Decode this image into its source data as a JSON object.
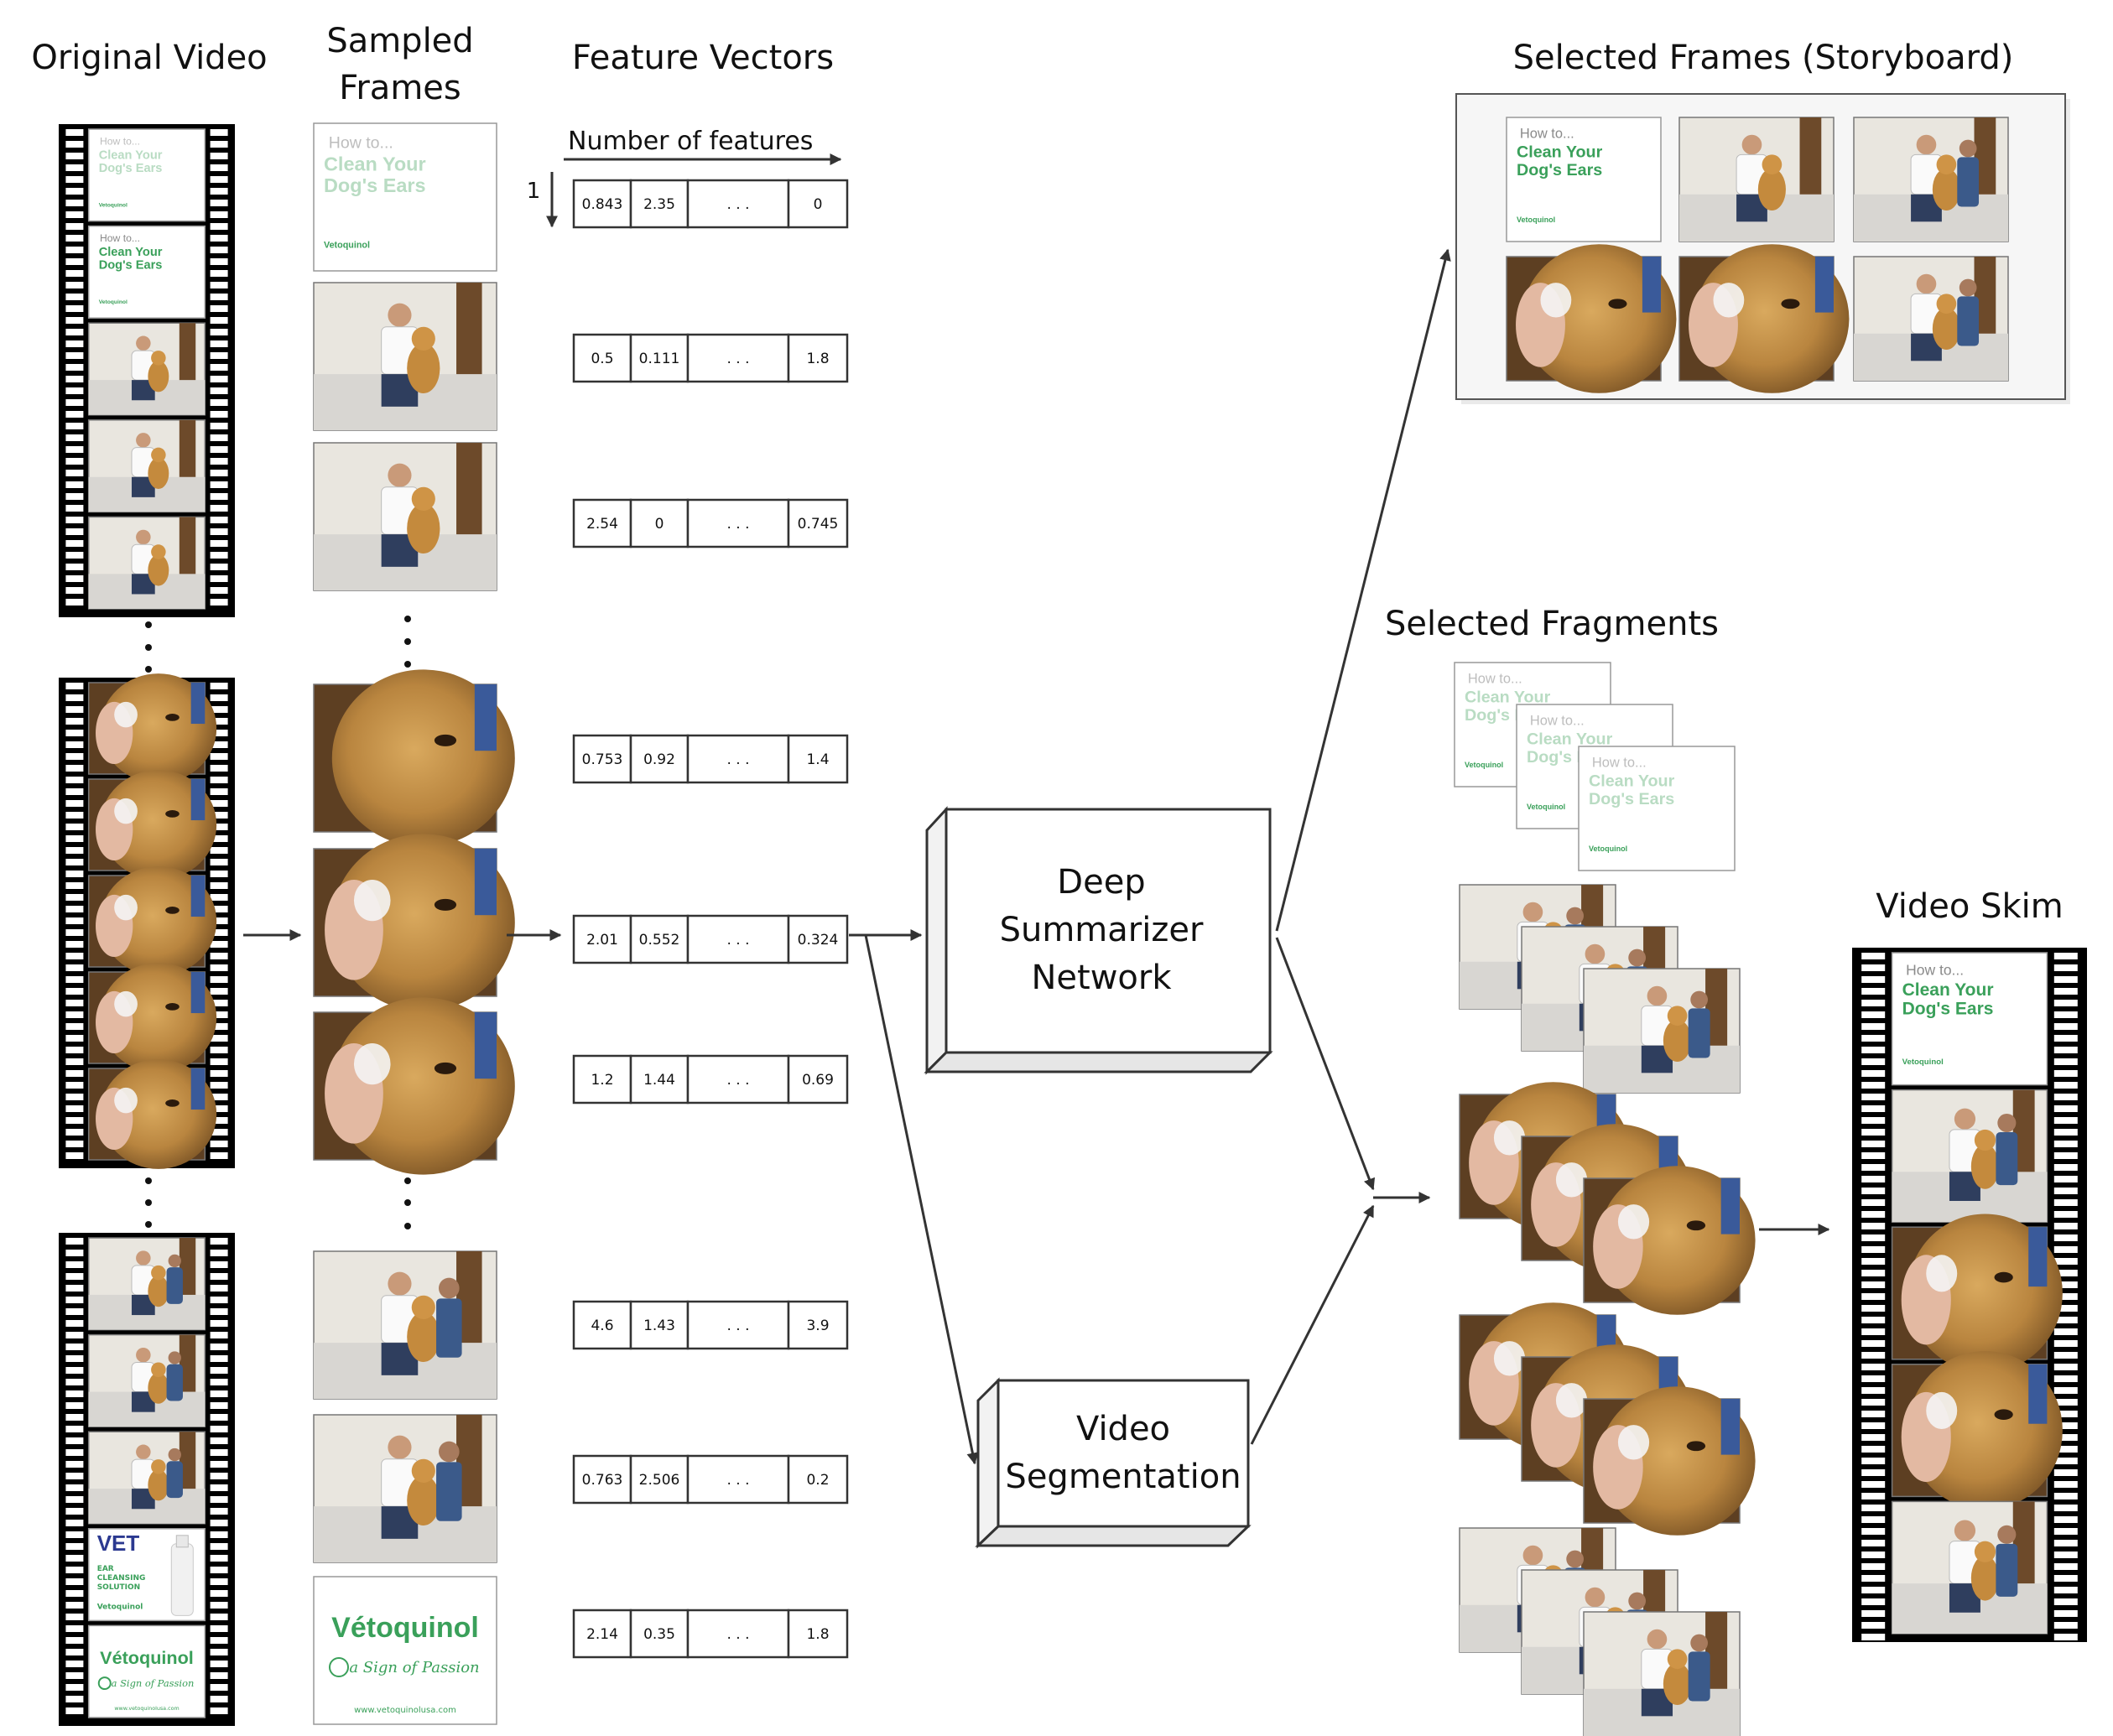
{
  "headers": {
    "original_video": "Original Video",
    "sampled_frames_line1": "Sampled",
    "sampled_frames_line2": "Frames",
    "feature_vectors": "Feature Vectors",
    "selected_frames": "Selected Frames (Storyboard)",
    "selected_fragments": "Selected Fragments",
    "video_skim": "Video Skim"
  },
  "feature_axis": {
    "number_of_features": "Number of features",
    "row_index": "1"
  },
  "feature_vectors": [
    [
      "0.843",
      "2.35",
      "0"
    ],
    [
      "0.5",
      "0.111",
      "1.8"
    ],
    [
      "2.54",
      "0",
      "0.745"
    ],
    [
      "0.753",
      "0.92",
      "1.4"
    ],
    [
      "2.01",
      "0.552",
      "0.324"
    ],
    [
      "1.2",
      "1.44",
      "0.69"
    ],
    [
      "4.6",
      "1.43",
      "3.9"
    ],
    [
      "0.763",
      "2.506",
      "0.2"
    ],
    [
      "2.14",
      "0.35",
      "1.8"
    ]
  ],
  "ellipsis": ". . .",
  "boxes": {
    "dsn_line1": "Deep",
    "dsn_line2": "Summarizer",
    "dsn_line3": "Network",
    "seg_line1": "Video",
    "seg_line2": "Segmentation"
  },
  "title_card": {
    "line1": "How to...",
    "line2": "Clean Your",
    "line3": "Dog's Ears",
    "brand": "Vetoquinol"
  },
  "end_card": {
    "brand": "Vétoquinol",
    "tagline": "a Sign of Passion",
    "url": "www.vetoquinolusa.com"
  },
  "vet_card": {
    "title": "VET",
    "sub1": "EAR",
    "sub2": "CLEANSING",
    "sub3": "SOLUTION",
    "brand": "Vetoquinol"
  },
  "colors": {
    "green": "#3aa05a",
    "pale_green": "#b9dcc3",
    "navy": "#2b3990",
    "film": "#000000",
    "arrow": "#333333"
  }
}
